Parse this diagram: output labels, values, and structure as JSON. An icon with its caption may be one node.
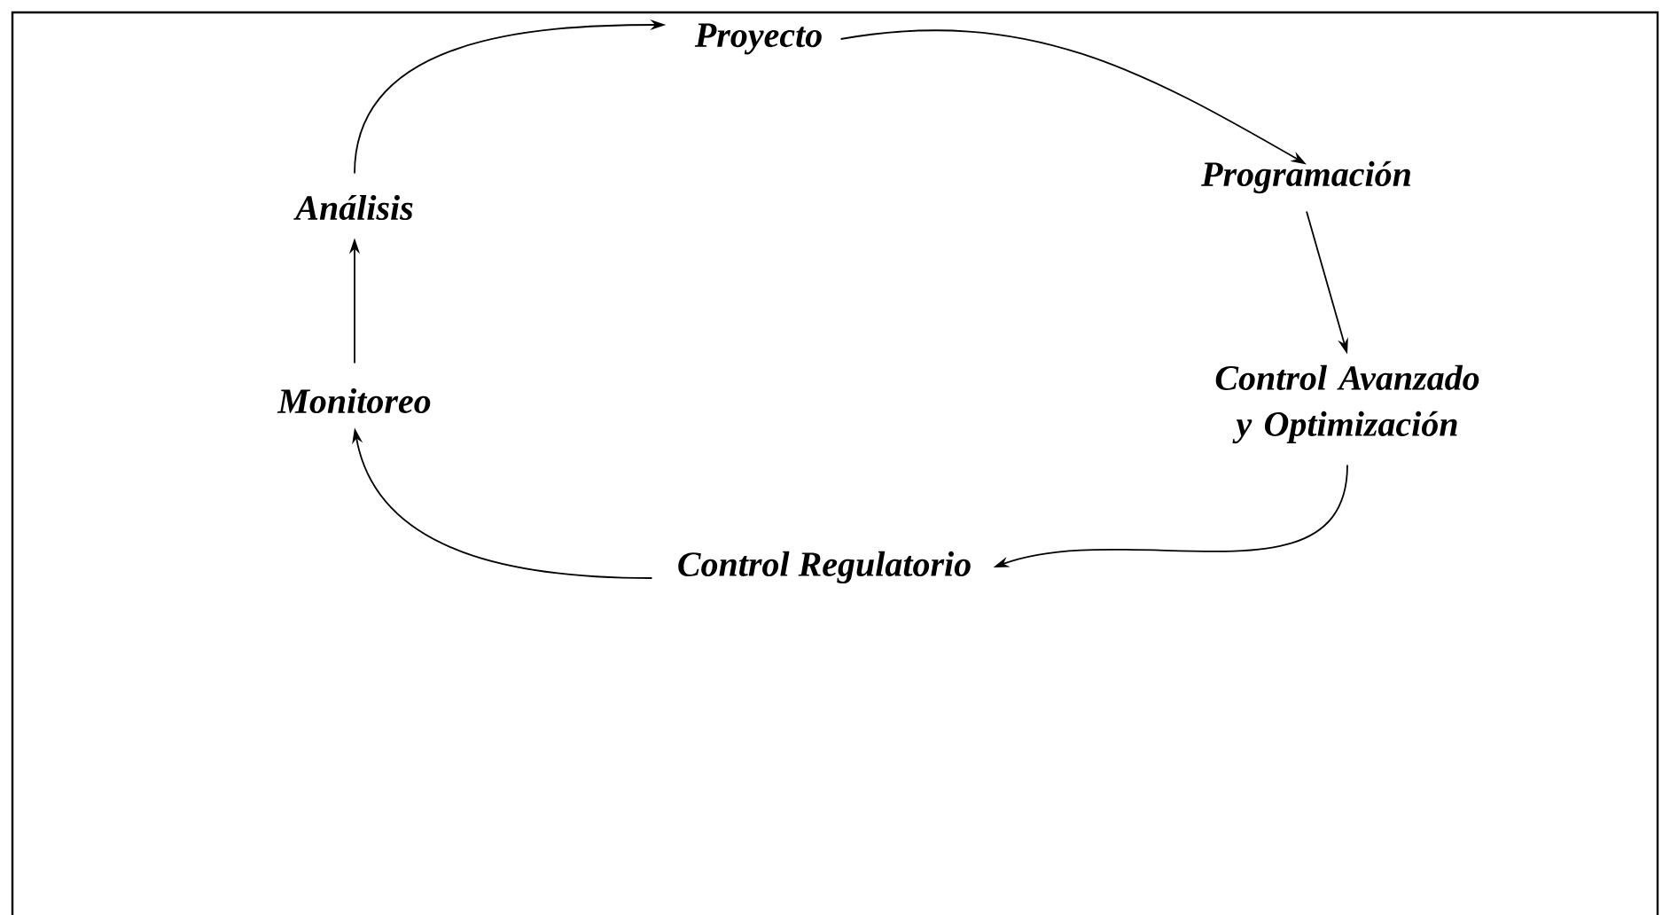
{
  "diagram": {
    "nodes": [
      {
        "text": [
          "Proyecto"
        ]
      },
      {
        "text": [
          "Programación"
        ]
      },
      {
        "text": [
          "Control Avanzado y Optimización"
        ]
      },
      {
        "text": [
          "Control Regulatorio"
        ]
      },
      {
        "text": [
          "Monitoreo"
        ]
      },
      {
        "text": [
          "Análisis"
        ]
      }
    ],
    "edges": [
      {
        "from": 0,
        "to": 1,
        "arrow": "to"
      },
      {
        "from": 1,
        "to": 2,
        "arrow": "to"
      },
      {
        "from": 2,
        "to": 3,
        "arrow": "to"
      },
      {
        "from": 3,
        "to": 4,
        "arrow": "to"
      },
      {
        "from": 4,
        "to": 5,
        "arrow": "to"
      },
      {
        "from": 5,
        "to": 0,
        "arrow": "to"
      }
    ]
  }
}
